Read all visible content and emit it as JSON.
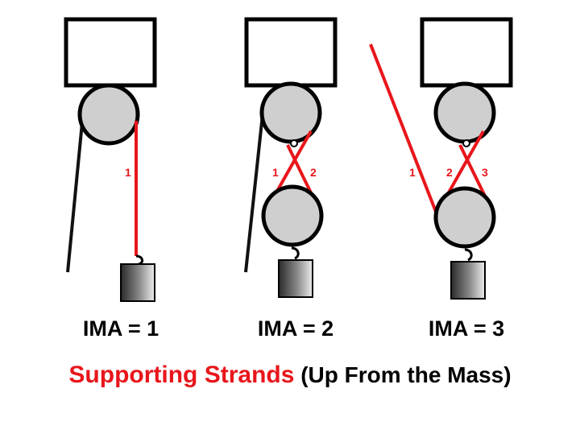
{
  "colors": {
    "strand": "#e8161b",
    "rope": "#111111",
    "pulley_fill": "#cfcfcf",
    "mass_dark": "#2a2a2a",
    "mass_light": "#eeeeee"
  },
  "panels": [
    {
      "label": "IMA = 1",
      "strand_labels": [
        "1"
      ]
    },
    {
      "label": "IMA = 2",
      "strand_labels": [
        "1",
        "2"
      ]
    },
    {
      "label": "IMA = 3",
      "strand_labels": [
        "1",
        "2",
        "3"
      ]
    }
  ],
  "caption": {
    "highlight": "Supporting Strands",
    "rest": " (Up From the Mass)"
  }
}
